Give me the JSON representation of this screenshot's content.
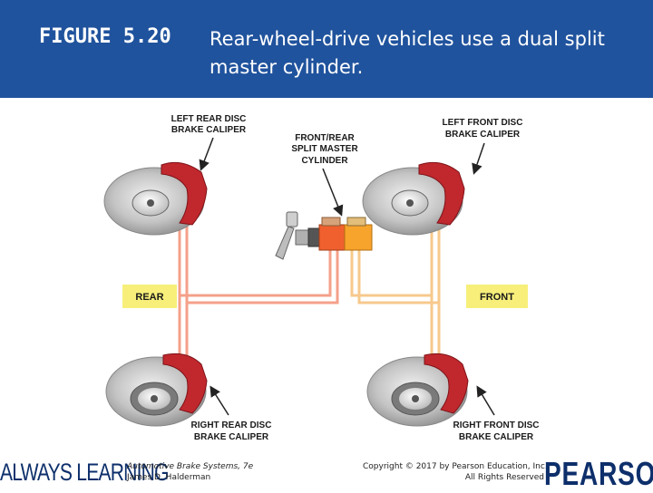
{
  "slide": {
    "figure_label": "FIGURE 5.20",
    "caption": "Rear-wheel-drive vehicles use a dual split master cylinder."
  },
  "diagram": {
    "labels": {
      "left_rear_line1": "LEFT REAR DISC",
      "left_rear_line2": "BRAKE CALIPER",
      "master_line1": "FRONT/REAR",
      "master_line2": "SPLIT MASTER",
      "master_line3": "CYLINDER",
      "left_front_line1": "LEFT FRONT DISC",
      "left_front_line2": "BRAKE CALIPER",
      "rear": "REAR",
      "front": "FRONT",
      "right_rear_line1": "RIGHT REAR DISC",
      "right_rear_line2": "BRAKE CALIPER",
      "right_front_line1": "RIGHT FRONT DISC",
      "right_front_line2": "BRAKE CALIPER"
    },
    "colors": {
      "rear_line": "#f5a08a",
      "front_line": "#f7c98d",
      "caliper": "#c0282e",
      "label_box": "#f7ef7a"
    }
  },
  "footer": {
    "brand_left": "ALWAYS LEARNING",
    "book_title": "Automotive Brake Systems, 7e",
    "book_author": "James D. Halderman",
    "copyright_line1": "Copyright © 2017 by Pearson Education, Inc.",
    "copyright_line2": "All Rights Reserved",
    "brand_right": "PEARSON"
  }
}
